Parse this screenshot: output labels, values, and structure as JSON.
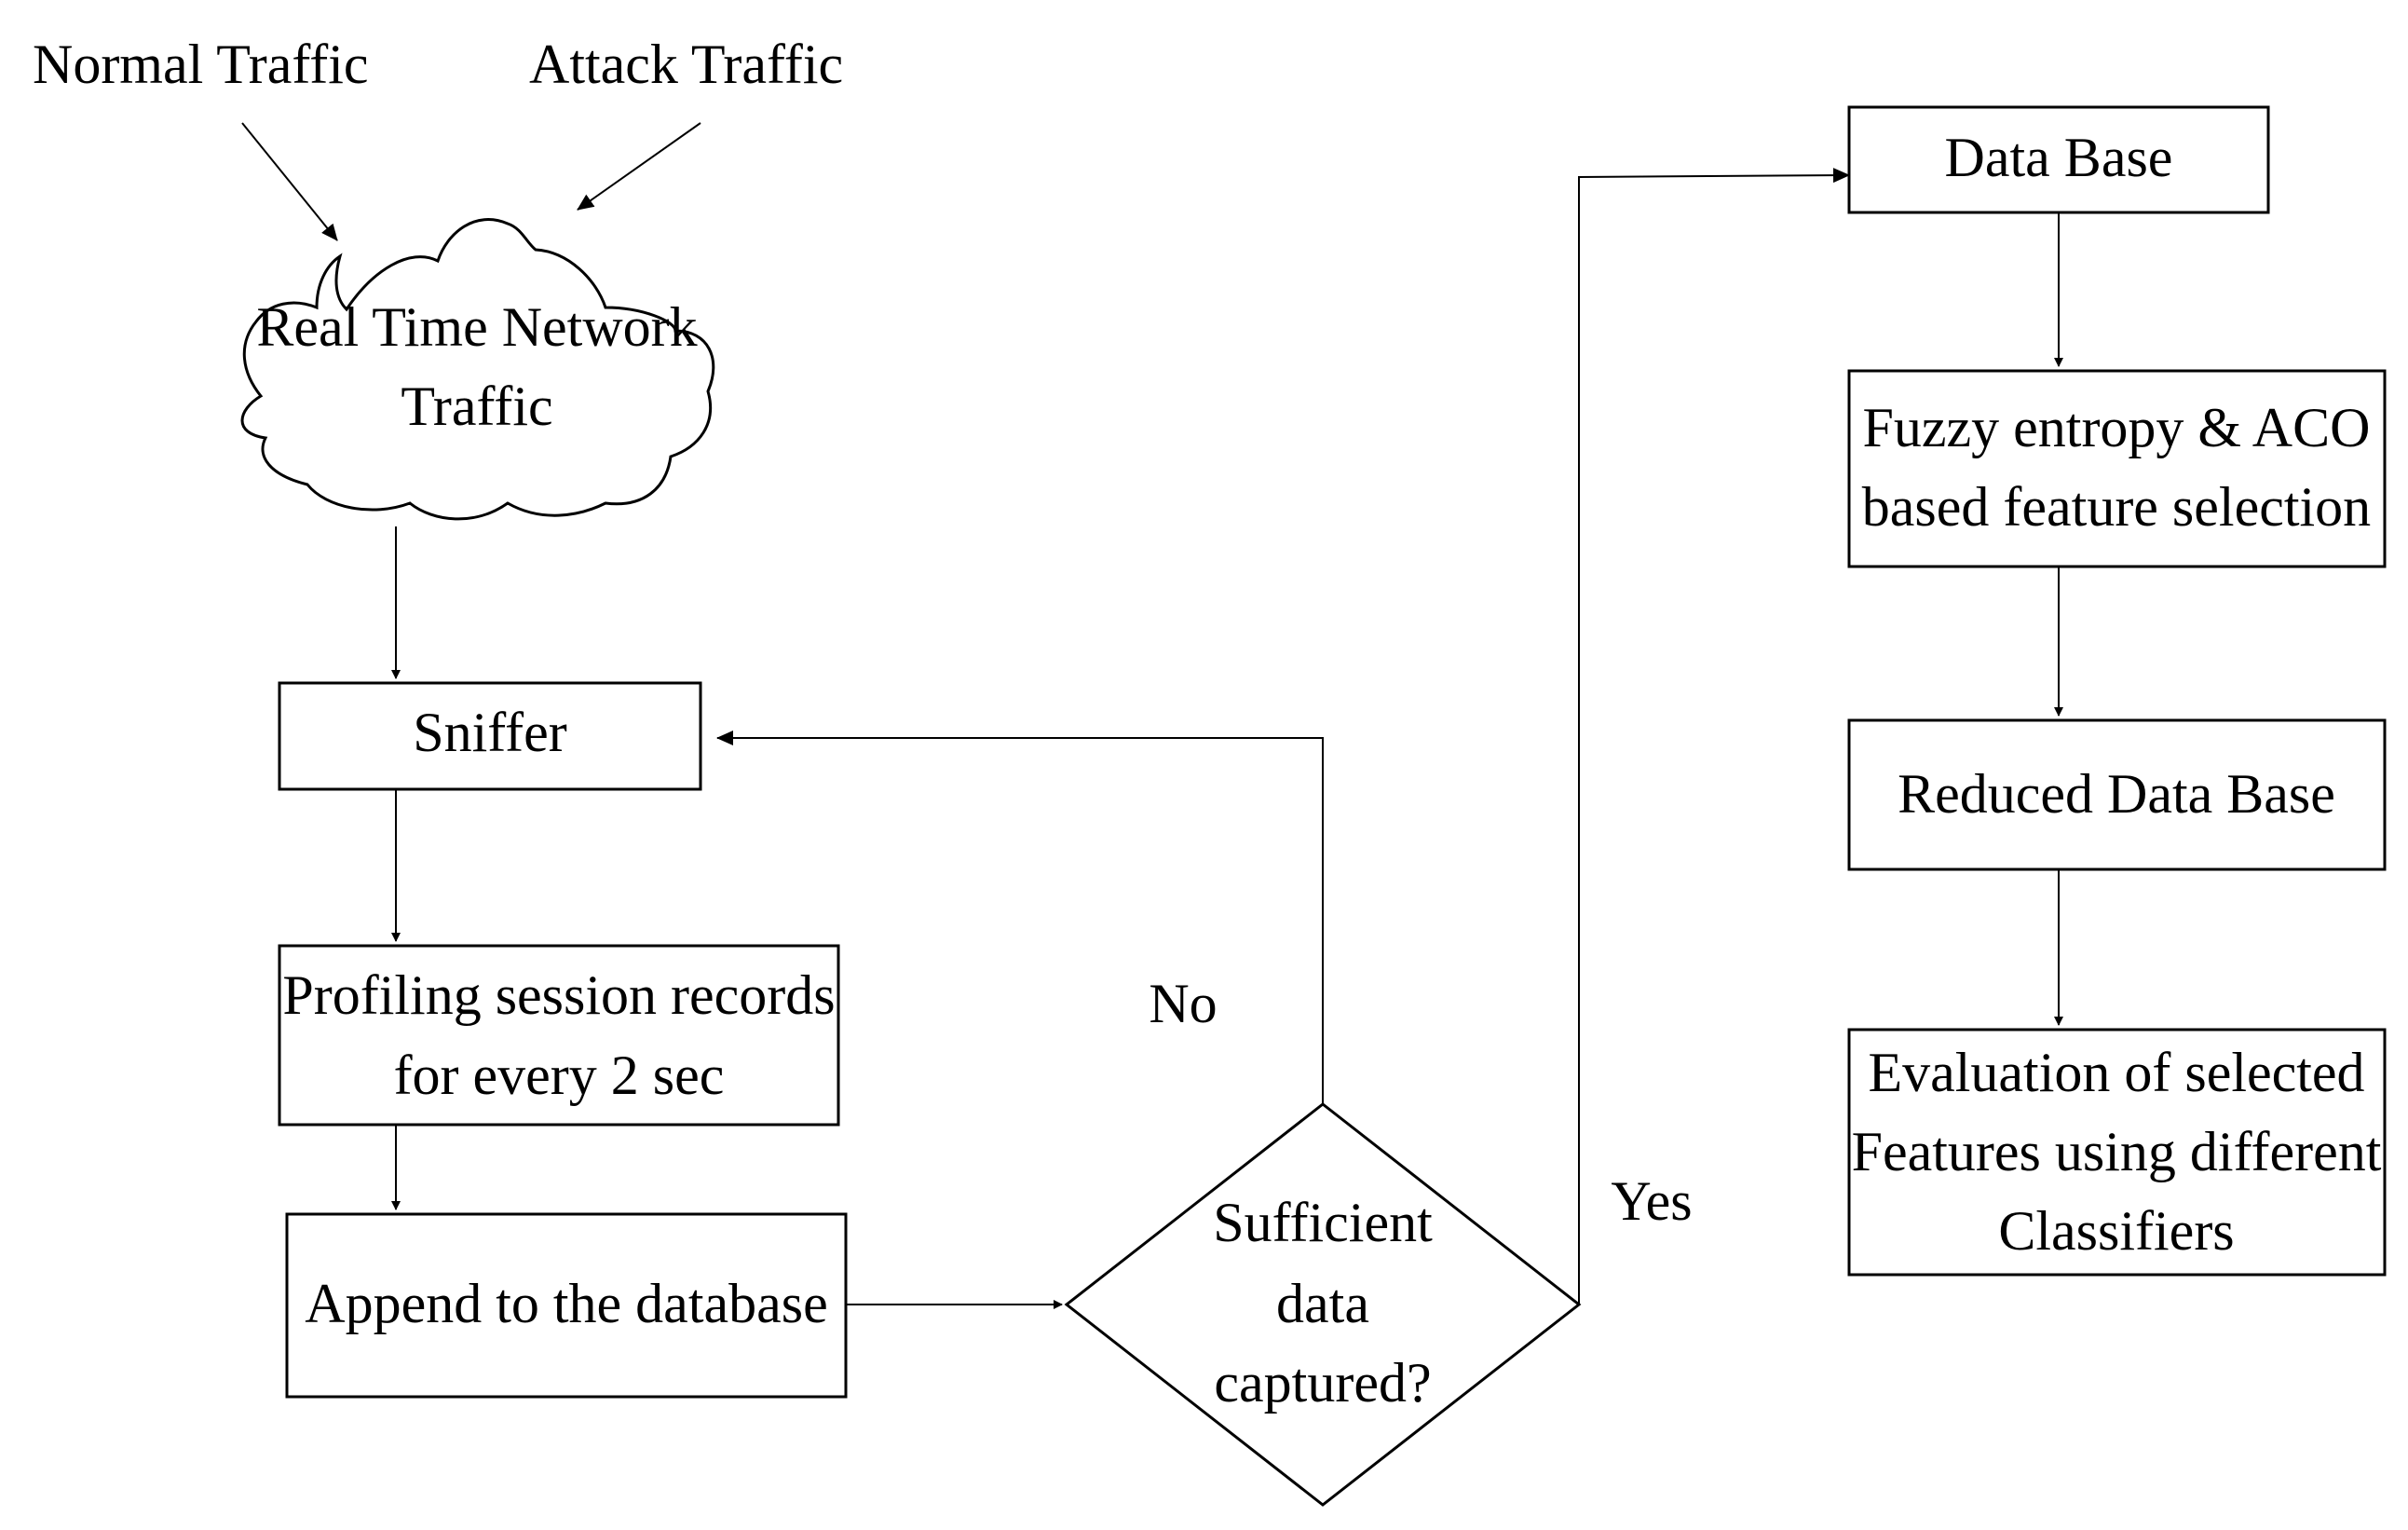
{
  "inputs": {
    "normal_traffic": "Normal Traffic",
    "attack_traffic": "Attack Traffic"
  },
  "nodes": {
    "network_traffic": {
      "line1": "Real Time Network",
      "line2": "Traffic"
    },
    "sniffer": {
      "line1": "Sniffer"
    },
    "profiling": {
      "line1": "Profiling session records",
      "line2": "for every 2 sec"
    },
    "append": {
      "line1": "Append to the database"
    },
    "decision": {
      "line1": "Sufficient",
      "line2": "data",
      "line3": "captured?"
    },
    "database": {
      "line1": "Data Base"
    },
    "feature_selection": {
      "line1": "Fuzzy entropy & ACO",
      "line2": "based feature selection"
    },
    "reduced_database": {
      "line1": "Reduced Data Base"
    },
    "evaluation": {
      "line1": "Evaluation of selected",
      "line2": "Features using different",
      "line3": "Classifiers"
    }
  },
  "edge_labels": {
    "no": "No",
    "yes": "Yes"
  }
}
